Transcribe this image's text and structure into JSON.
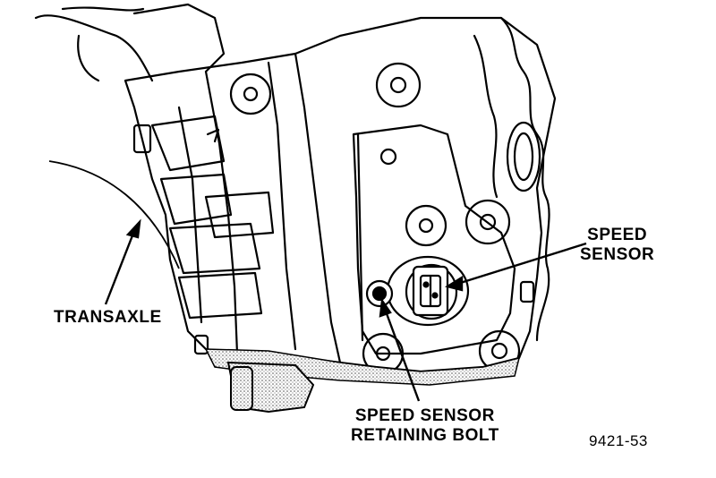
{
  "labels": {
    "transaxle": "TRANSAXLE",
    "speed_sensor_line1": "SPEED",
    "speed_sensor_line2": "SENSOR",
    "retaining_bolt_line1": "SPEED SENSOR",
    "retaining_bolt_line2": "RETAINING BOLT",
    "figure_number": "9421-53"
  },
  "colors": {
    "ink": "#000000",
    "paper": "#ffffff",
    "stipple": "#b5b5b5"
  }
}
